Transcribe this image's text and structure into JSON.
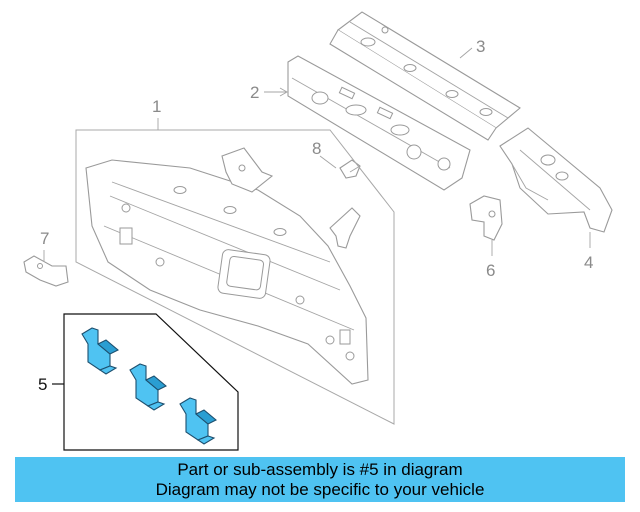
{
  "callouts": {
    "c1": "1",
    "c2": "2",
    "c3": "3",
    "c4": "4",
    "c5": "5",
    "c6": "6",
    "c7": "7",
    "c8": "8"
  },
  "banner": {
    "line1": "Part or sub-assembly is #5 in diagram",
    "line2": "Diagram may not be specific to your vehicle",
    "color": "#4fc3f2"
  },
  "highlight_color": "#4fc3f2"
}
